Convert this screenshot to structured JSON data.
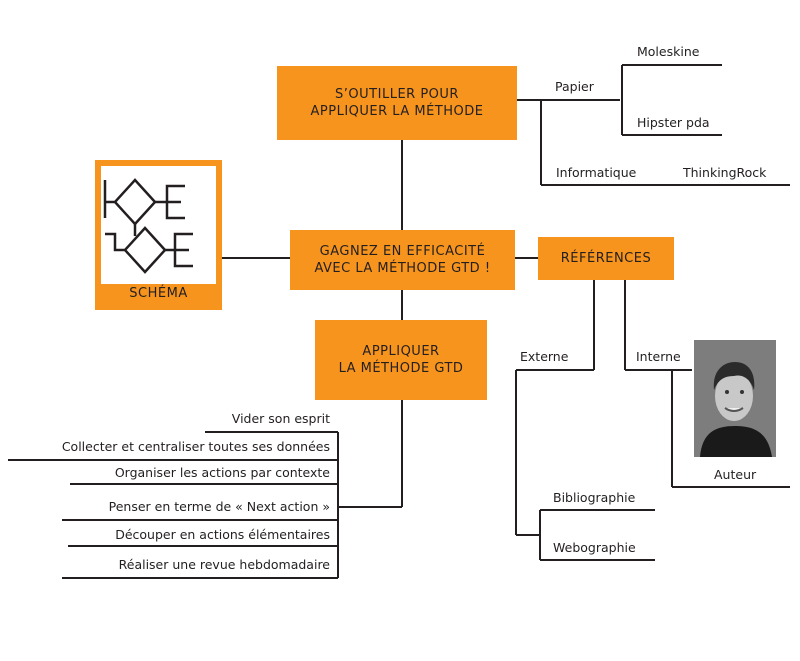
{
  "colors": {
    "box": "#f7941d",
    "line": "#231f20",
    "background": "#ffffff"
  },
  "boxes": {
    "outiller": "S’OUTILLER POUR\nAPPLIQUER LA MÉTHODE",
    "center": "GAGNEZ EN EFFICACITÉ\nAVEC LA MÉTHODE GTD !",
    "appliquer": "APPLIQUER\nLA MÉTHODE GTD",
    "references": "RÉFÉRENCES",
    "schema": "SCHÉMA"
  },
  "tools": {
    "papier": "Papier",
    "moleskine": "Moleskine",
    "hipster": "Hipster pda",
    "informatique": "Informatique",
    "thinkingrock": "ThinkingRock"
  },
  "references": {
    "externe": "Externe",
    "interne": "Interne",
    "auteur": "Auteur",
    "bibliographie": "Bibliographie",
    "webographie": "Webographie",
    "photo_icon": "author-photo-icon"
  },
  "actions": [
    "Vider son esprit",
    "Collecter et centraliser toutes ses données",
    "Organiser les actions par contexte",
    "Penser en terme de « Next action »",
    "Découper en actions élémentaires",
    "Réaliser une revue hebdomadaire"
  ]
}
